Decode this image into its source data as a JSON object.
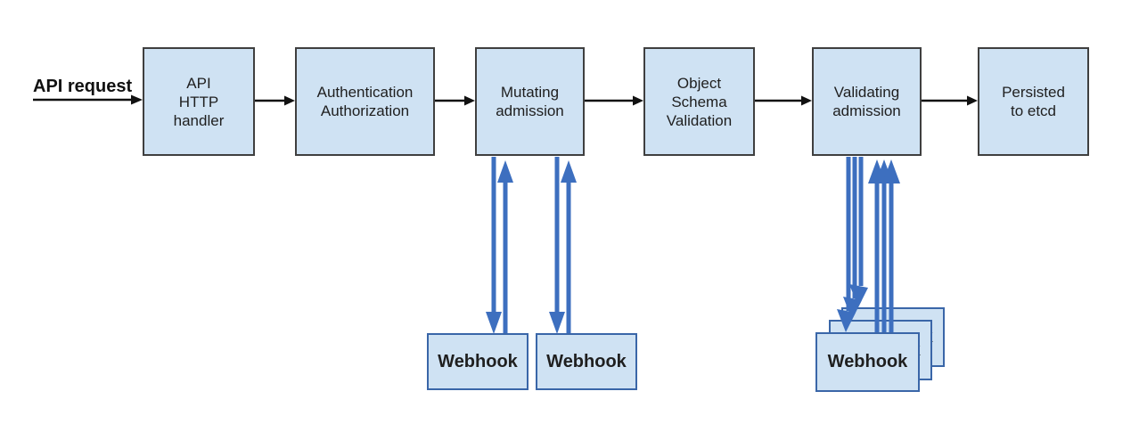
{
  "diagram": {
    "input_label": "API request",
    "stages": [
      {
        "id": "api-http-handler",
        "label": "API\nHTTP\nhandler"
      },
      {
        "id": "authentication-authorization",
        "label": "Authentication\nAuthorization"
      },
      {
        "id": "mutating-admission",
        "label": "Mutating\nadmission"
      },
      {
        "id": "object-schema-validation",
        "label": "Object\nSchema\nValidation"
      },
      {
        "id": "validating-admission",
        "label": "Validating\nadmission"
      },
      {
        "id": "persisted-to-etcd",
        "label": "Persisted\nto etcd"
      }
    ],
    "mutating_webhooks": [
      "Webhook",
      "Webhook"
    ],
    "validating_webhooks": [
      "Webhook",
      "Webhook",
      "Webhook"
    ],
    "colors": {
      "box_fill": "#cfe2f3",
      "stage_border": "#3f3f3f",
      "webhook_border": "#3a66a8",
      "webhook_arrow_blue": "#3d6fbf",
      "flow_arrow_black": "#111111"
    }
  }
}
